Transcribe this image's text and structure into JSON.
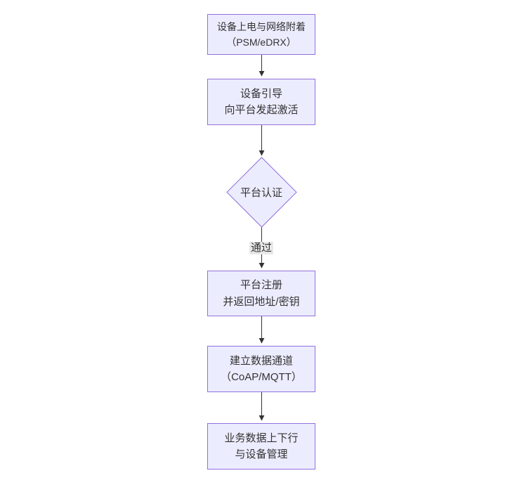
{
  "diagram": {
    "type": "flowchart",
    "direction": "top-down",
    "colors": {
      "background": "#ffffff",
      "node_fill": "#ECECFF",
      "node_border": "#9370DB",
      "text": "#333333",
      "edge_line": "#333333",
      "edge_label_bg": "#e8e8e8"
    },
    "nodes": [
      {
        "id": "power-on",
        "shape": "rect",
        "label": "设备上电与网络附着\n（PSM/eDRX）"
      },
      {
        "id": "bootstrap",
        "shape": "rect",
        "label": "设备引导\n向平台发起激活"
      },
      {
        "id": "auth",
        "shape": "diamond",
        "label": "平台认证"
      },
      {
        "id": "register",
        "shape": "rect",
        "label": "平台注册\n并返回地址/密钥"
      },
      {
        "id": "channel",
        "shape": "rect",
        "label": "建立数据通道\n（CoAP/MQTT）"
      },
      {
        "id": "business",
        "shape": "rect",
        "label": "业务数据上下行\n与设备管理"
      }
    ],
    "edges": [
      {
        "from": "power-on",
        "to": "bootstrap",
        "label": ""
      },
      {
        "from": "bootstrap",
        "to": "auth",
        "label": ""
      },
      {
        "from": "auth",
        "to": "register",
        "label": "通过"
      },
      {
        "from": "register",
        "to": "channel",
        "label": ""
      },
      {
        "from": "channel",
        "to": "business",
        "label": ""
      }
    ]
  }
}
